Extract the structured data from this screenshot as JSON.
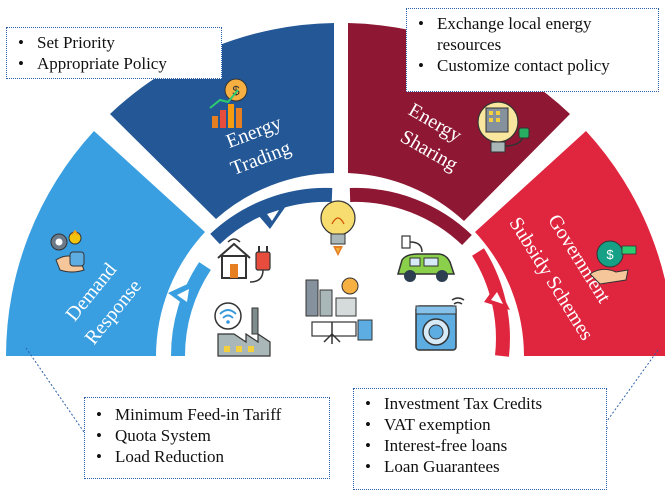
{
  "segments": {
    "demand_response": {
      "line1": "Demand",
      "line2": "Response",
      "color": "#3a9fe0"
    },
    "energy_trading": {
      "line1": "Energy",
      "line2": "Trading",
      "color": "#235796"
    },
    "energy_sharing": {
      "line1": "Energy",
      "line2": "Sharing",
      "color": "#8e1733"
    },
    "government_subsidy": {
      "line1": "Government",
      "line2": "Subsidy Schemes",
      "color": "#e0263f"
    }
  },
  "callouts": {
    "trading": {
      "items": [
        "Set Priority",
        "Appropriate Policy"
      ]
    },
    "sharing": {
      "items": [
        "Exchange local energy resources",
        "Customize contact policy"
      ]
    },
    "demand": {
      "items": [
        "Minimum Feed-in Tariff",
        "Quota System",
        "Load Reduction"
      ]
    },
    "subsidy": {
      "items": [
        "Investment Tax Credits",
        "VAT exemption",
        "Interest-free loans",
        "Loan Guarantees"
      ]
    }
  },
  "icons": [
    "handshake-gear-icon",
    "coin-growth-icon",
    "smart-plug-icon",
    "money-hand-icon",
    "light-bulb-icon",
    "smart-home-plug-icon",
    "wifi-factory-icon",
    "smart-city-icon",
    "electric-car-icon",
    "smart-washer-icon"
  ]
}
